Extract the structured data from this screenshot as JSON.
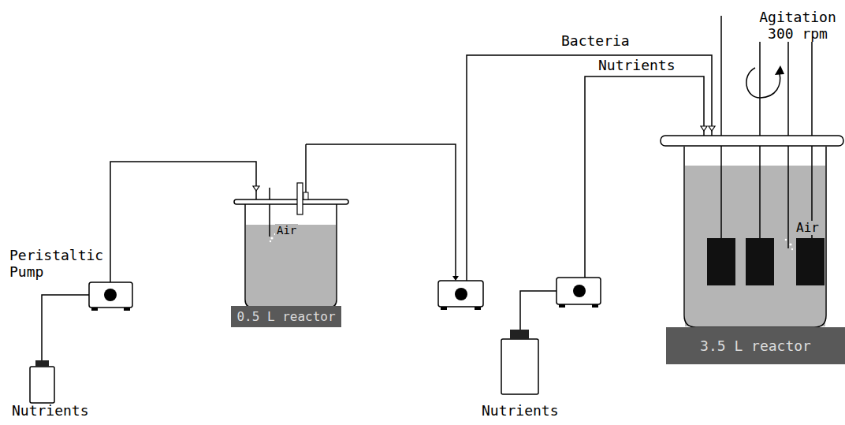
{
  "diagram": {
    "nodes": [
      {
        "text": [
          "0.5 L reactor"
        ]
      },
      {
        "text": [
          "3.5 L reactor"
        ]
      }
    ],
    "labels": [
      "Agitation 300 rpm",
      "Bacteria",
      "Nutrients",
      "Peristaltic Pump",
      "Air",
      "Air",
      "Nutrients",
      "Nutrients"
    ]
  }
}
